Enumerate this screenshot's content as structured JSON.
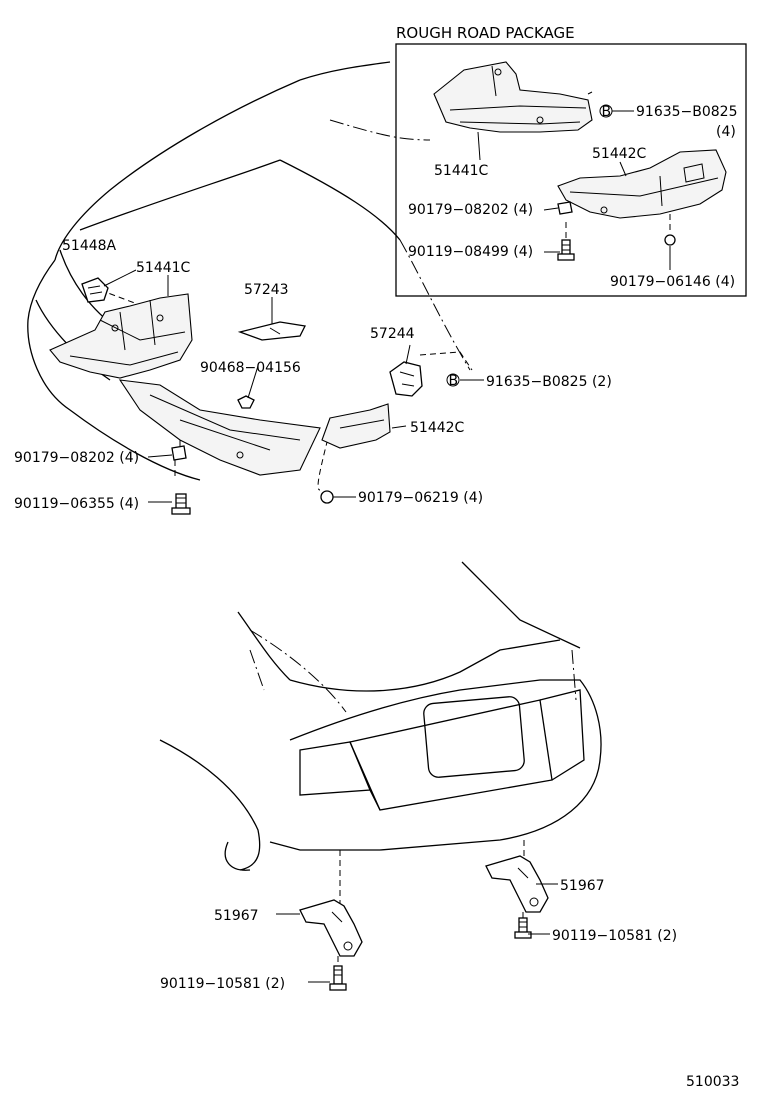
{
  "inset": {
    "title": "ROUGH ROAD PACKAGE"
  },
  "labels": {
    "p51441C_inset": "51441C",
    "p91635_inset": "91635−B0825",
    "p91635_inset_qty": "(4)",
    "p51442C_inset": "51442C",
    "p90179_08202_inset": "90179−08202 (4)",
    "p90119_08499": "90119−08499 (4)",
    "p90179_06146": "90179−06146 (4)",
    "p51448A": "51448A",
    "p51441C": "51441C",
    "p57243": "57243",
    "p57244": "57244",
    "p90468": "90468−04156",
    "p91635": "91635−B0825 (2)",
    "p51442C": "51442C",
    "p90179_08202": "90179−08202 (4)",
    "p90119_06355": "90119−06355 (4)",
    "p90179_06219": "90179−06219 (4)",
    "p51967_right": "51967",
    "p51967_left": "51967",
    "p90119_10581_right": "90119−10581 (2)",
    "p90119_10581_left": "90119−10581 (2)",
    "b_marker_inset": "B",
    "b_marker": "B"
  },
  "figure_id": "510033"
}
